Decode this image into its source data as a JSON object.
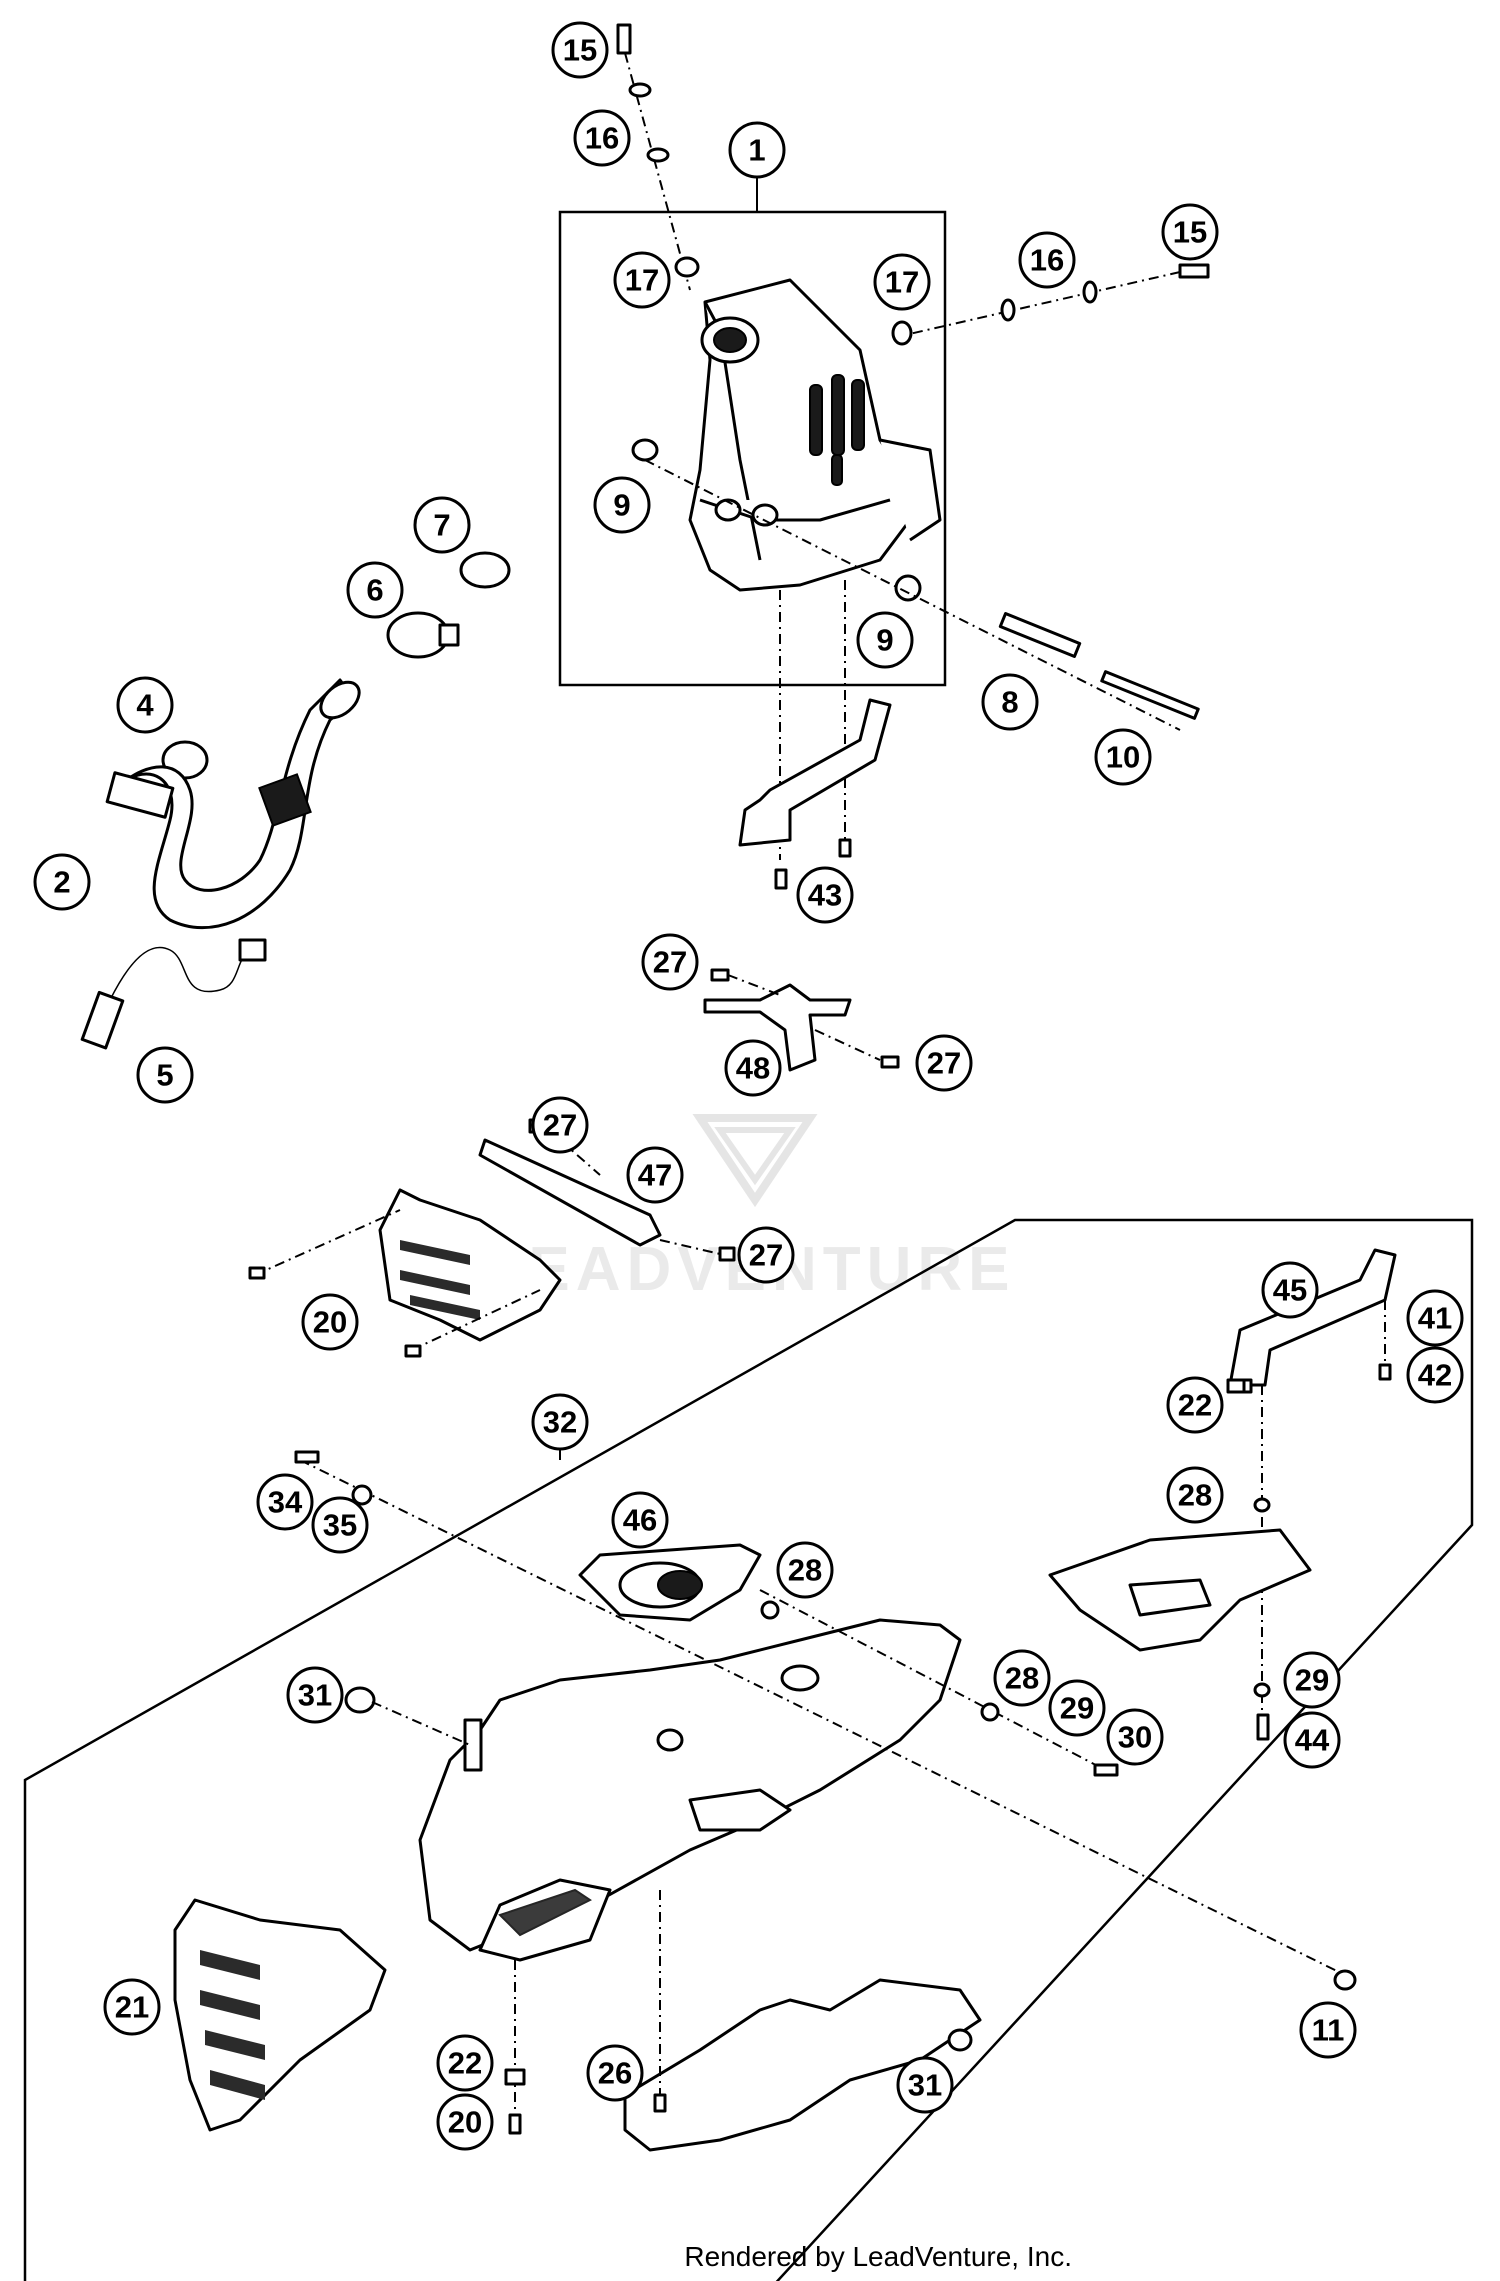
{
  "watermark": "LEADVENTURE",
  "footer_text": "Rendered by LeadVenture, Inc.",
  "callouts": {
    "c1": "1",
    "c2": "2",
    "c4": "4",
    "c5": "5",
    "c6": "6",
    "c7": "7",
    "c8": "8",
    "c9a": "9",
    "c9b": "9",
    "c10": "10",
    "c11": "11",
    "c15a": "15",
    "c15b": "15",
    "c16a": "16",
    "c16b": "16",
    "c17a": "17",
    "c17b": "17",
    "c20a": "20",
    "c20b": "20",
    "c21": "21",
    "c22a": "22",
    "c22b": "22",
    "c26": "26",
    "c27a": "27",
    "c27b": "27",
    "c27c": "27",
    "c27d": "27",
    "c28a": "28",
    "c28b": "28",
    "c28c": "28",
    "c29a": "29",
    "c29b": "29",
    "c30": "30",
    "c31a": "31",
    "c31b": "31",
    "c32": "32",
    "c34": "34",
    "c35": "35",
    "c41": "41",
    "c42": "42",
    "c43": "43",
    "c44": "44",
    "c45": "45",
    "c46": "46",
    "c47": "47",
    "c48": "48"
  }
}
